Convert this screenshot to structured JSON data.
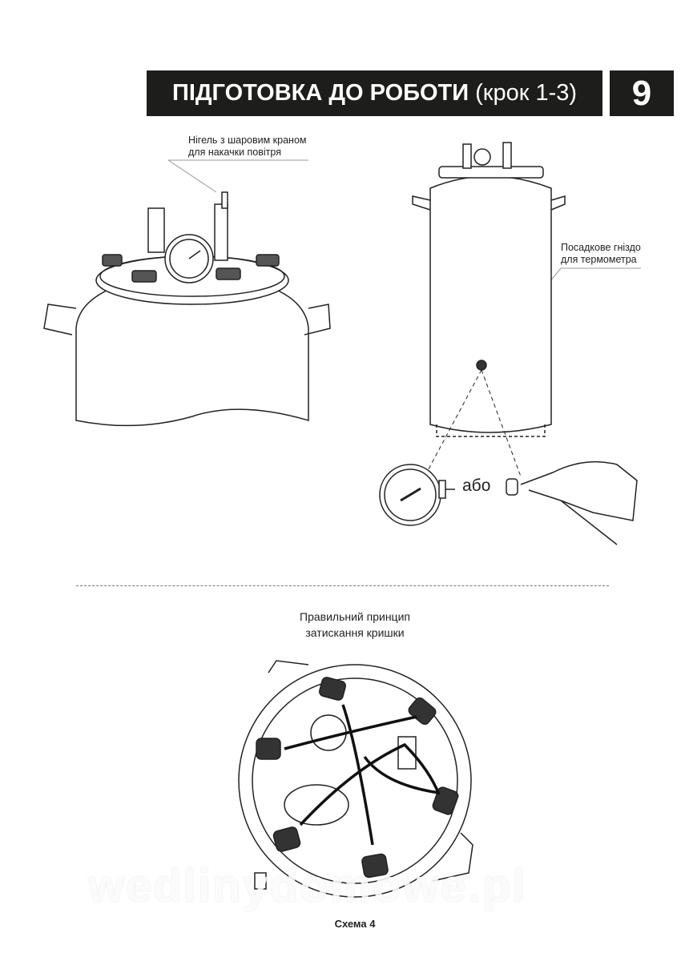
{
  "header": {
    "title_bold": "ПІДГОТОВКА ДО РОБОТИ",
    "title_normal": "(крок 1-3)",
    "page_number": "9"
  },
  "labels": {
    "nipple_line1": "Нігель з шаровим краном",
    "nipple_line2": "для накачки повітря",
    "socket_line1": "Посадкове гніздо",
    "socket_line2": "для термометра",
    "or": "або",
    "principle_line1": "Правильний принцип",
    "principle_line2": "затискання кришки",
    "caption": "Схема 4"
  },
  "watermark": "wedlinydomowe.pl"
}
